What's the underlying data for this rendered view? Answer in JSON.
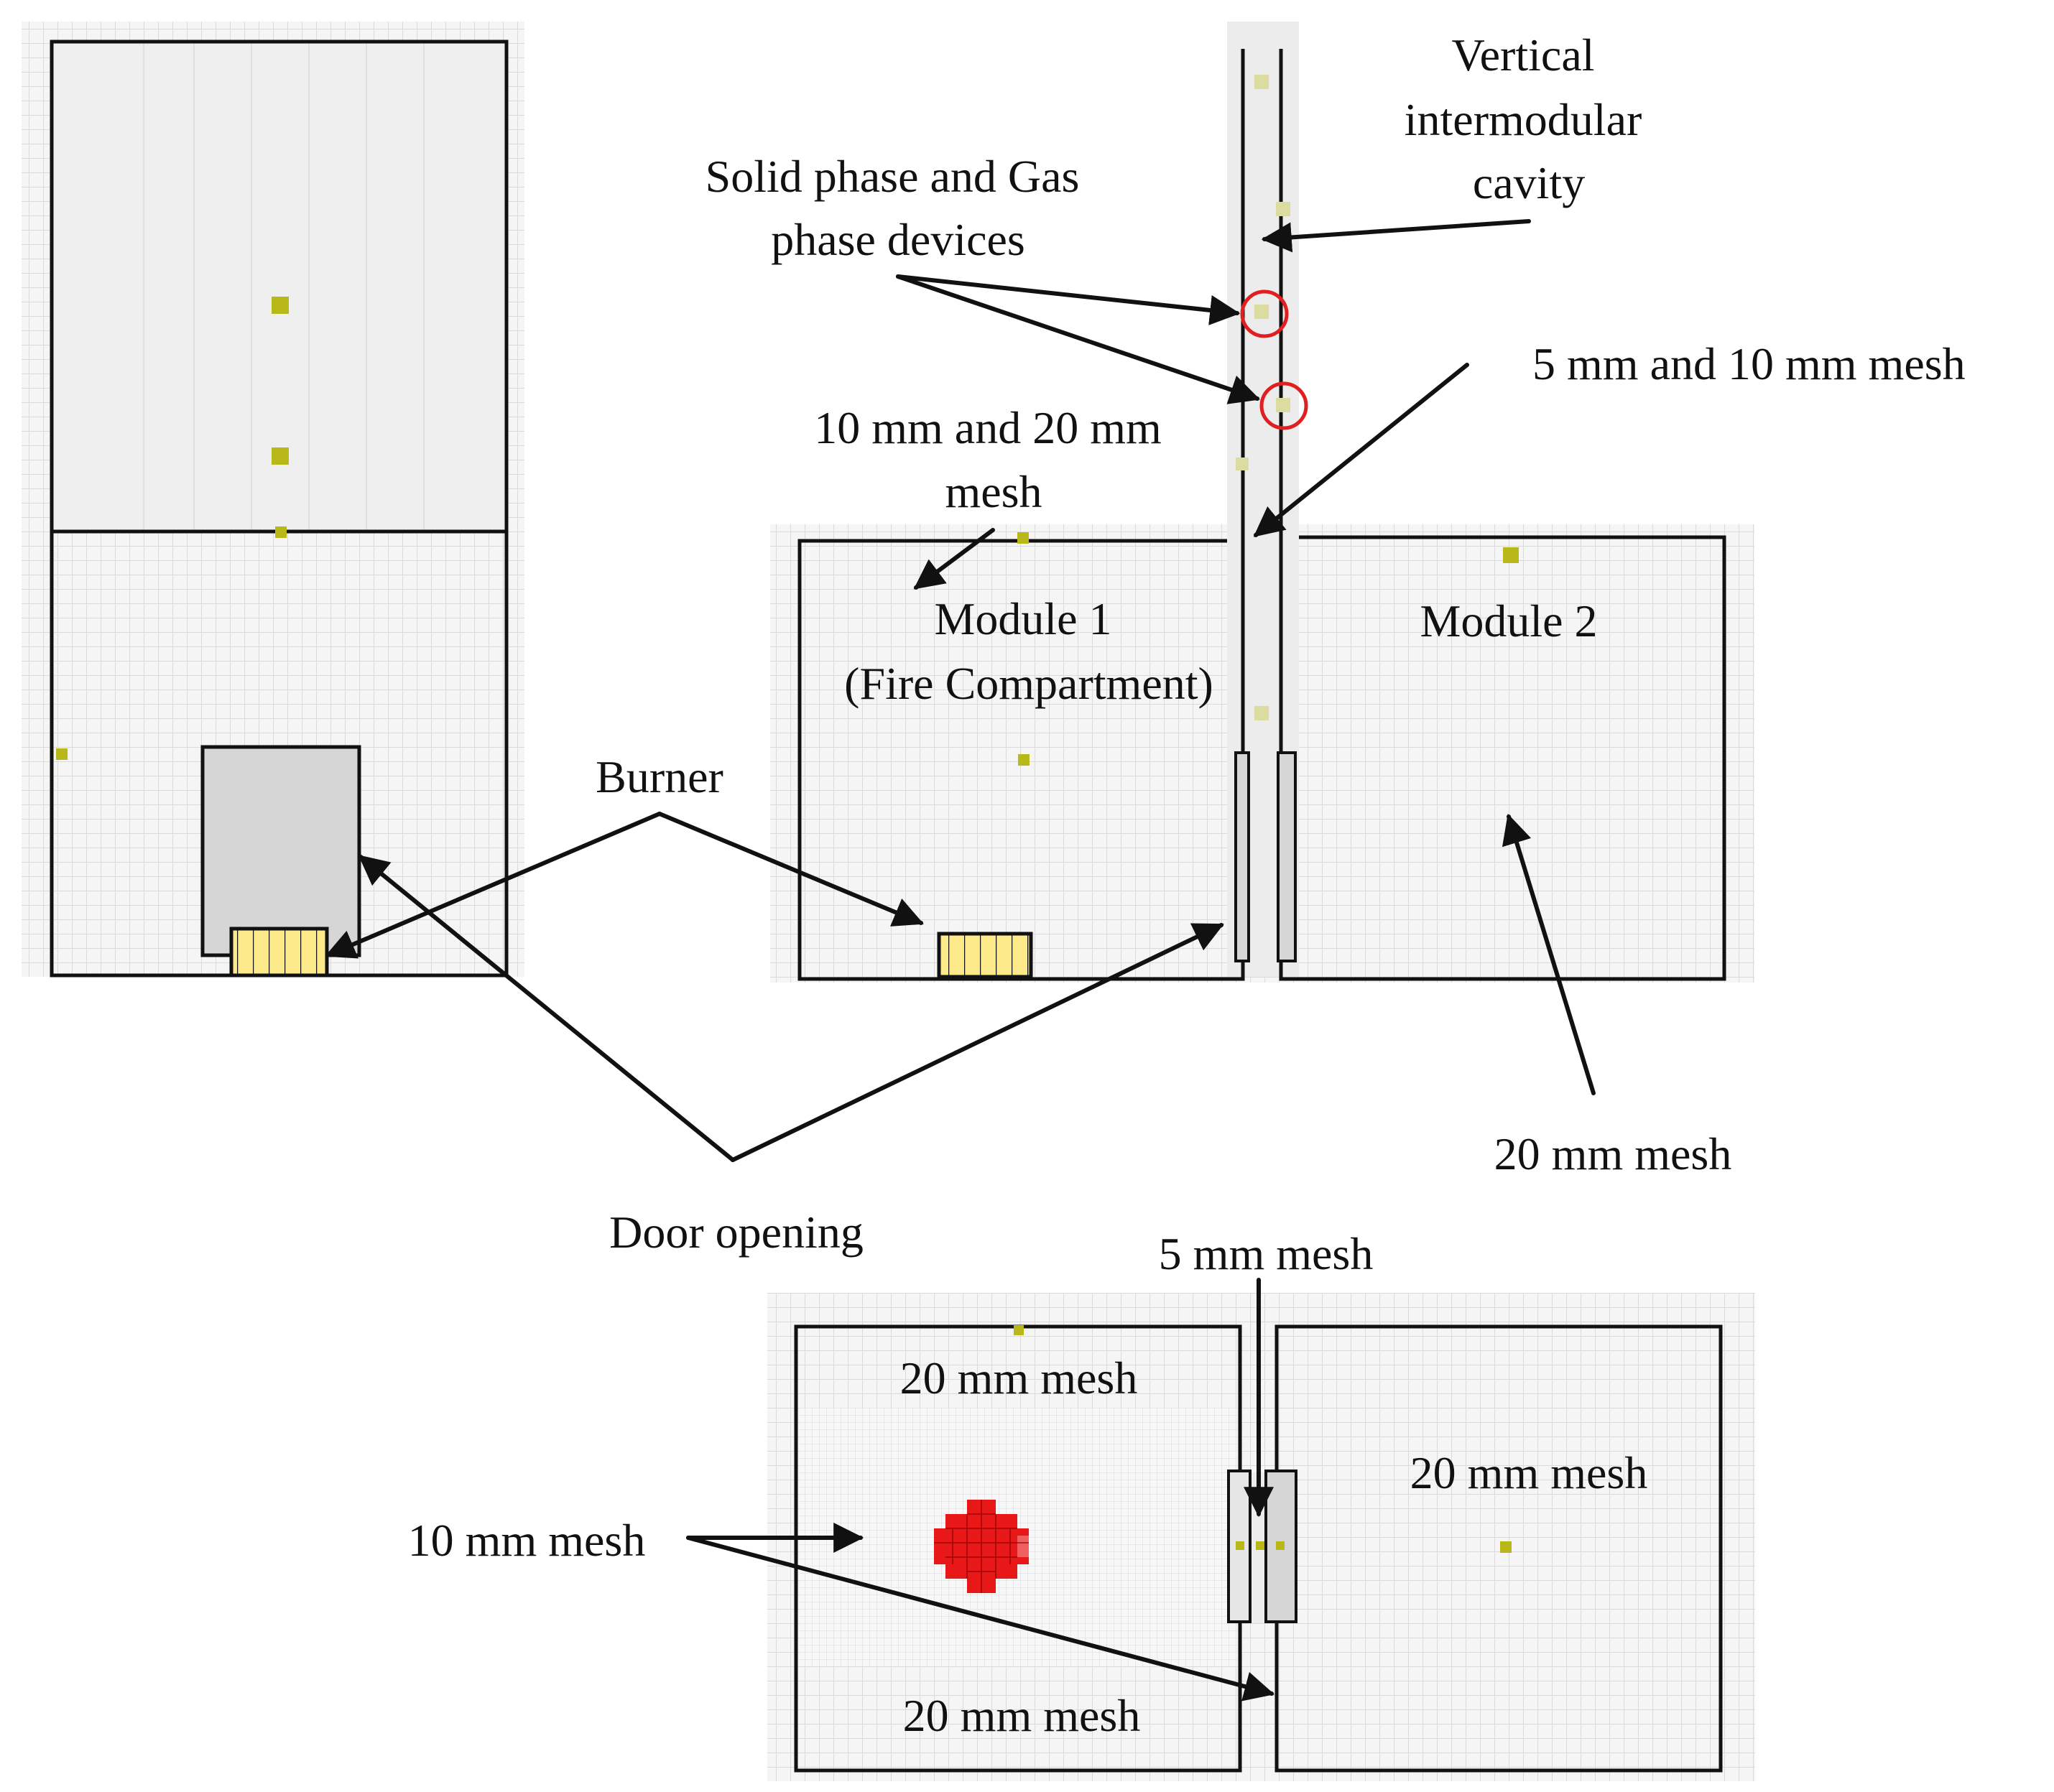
{
  "labels": {
    "vertical_cavity": [
      "Vertical",
      "intermodular",
      "cavity"
    ],
    "devices": [
      "Solid phase and Gas",
      "phase devices"
    ],
    "cavity_mesh": "5 mm  and 10 mm mesh",
    "module1_mesh": [
      "10 mm and 20 mm",
      "mesh"
    ],
    "module1": [
      "Module 1",
      "(Fire Compartment)"
    ],
    "module2": "Module 2",
    "burner": "Burner",
    "module2_mesh": "20 mm mesh",
    "door_opening": "Door opening",
    "plan_cavity_mesh": "5 mm mesh",
    "plan_top_mesh": "20 mm mesh",
    "plan_right_mesh": "20 mm mesh",
    "plan_fine_mesh": "10 mm mesh",
    "plan_bottom_mesh": "20 mm mesh"
  },
  "colors": {
    "outline": "#111111",
    "grid": "#d9d9d9",
    "grid_fill": "#f4f4f4",
    "cavity_fill": "#ececec",
    "door_fill": "#d6d6d6",
    "burner_fill": "#fbe98a",
    "device": "#b8b818",
    "device_faded": "#dcdca0",
    "highlight_circle": "#e02020",
    "fire": "#e81818"
  }
}
